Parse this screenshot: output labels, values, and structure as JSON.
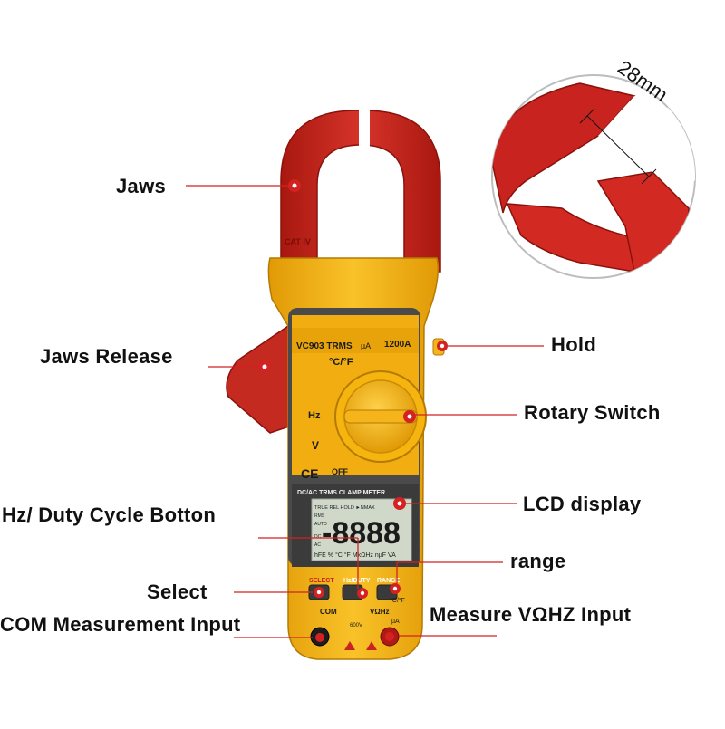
{
  "callouts": {
    "jaws": "Jaws",
    "jaws_release": "Jaws Release",
    "hz_duty": "Hz/ Duty Cycle Botton",
    "select": "Select",
    "com_input": "COM Measurement Input",
    "hold": "Hold",
    "rotary": "Rotary Switch",
    "lcd": "LCD display",
    "range": "range",
    "measure_input": "Measure VΩHZ Input"
  },
  "dimension": {
    "jaw_gap": "28mm"
  },
  "meter": {
    "model": "VC903 TRMS",
    "current_unit": "µA",
    "current_range": "1200A",
    "temp": "°C/°F",
    "hz": "Hz",
    "volt": "V",
    "ce": "CE",
    "off": "OFF",
    "cat": "CAT IV",
    "banner": "DC/AC TRMS CLAMP METER",
    "lcd_digits": "-8888",
    "lcd_top": "TRUE  REL HOLD ►NMAX",
    "lcd_left": [
      "RMS",
      "AUTO",
      "DC",
      "AC"
    ],
    "lcd_bottom": "hFE % °C °F MkΩHz nµF VA",
    "btn_select": "SELECT",
    "btn_hz": "Hz/DUTY",
    "btn_range": "RANGE",
    "jack_com": "COM",
    "jack_v": "VΩHz",
    "jack_rating": "600V",
    "jack_temp": "°C/°F",
    "jack_ua": "µA"
  },
  "colors": {
    "jaw_red": "#c8231f",
    "body_yellow": "#f6b40e",
    "panel_grey": "#4a4a4a",
    "lcd_green": "#cfd8c9",
    "marker_red": "#d42222",
    "line_red": "#d42222"
  }
}
